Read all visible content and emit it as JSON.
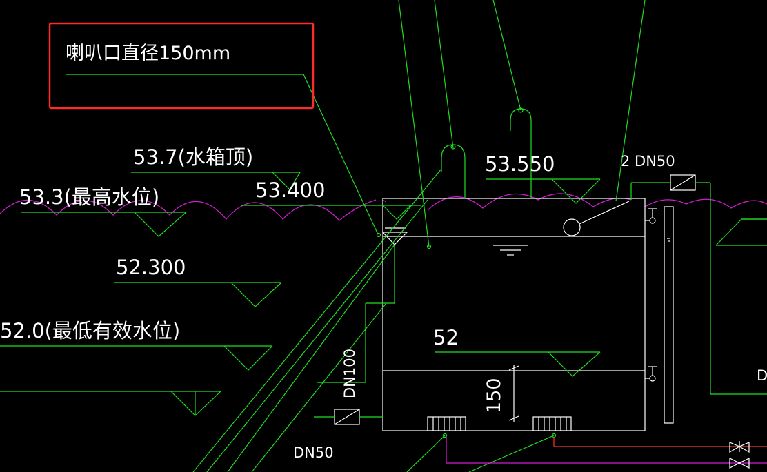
{
  "callout": {
    "text": "喇叭口直径150mm"
  },
  "levels": {
    "tank_top": "53.7(水箱顶)",
    "max_water": "53.3(最高水位)",
    "overflow": "53.400",
    "inlet": "53.550",
    "l52300": "52.300",
    "min_effective": "52.0(最低有效水位)",
    "inner": "52"
  },
  "pipes": {
    "p2dn50": "2 DN50",
    "dn100": "DN100",
    "dn50": "DN50",
    "dim150": "150",
    "right_cut": "D"
  },
  "colors": {
    "background": "#000000",
    "pipe": "#22dd22",
    "tank": "#ffffff",
    "wave": "#d01cd0",
    "highlight": "#ff2a2a"
  }
}
